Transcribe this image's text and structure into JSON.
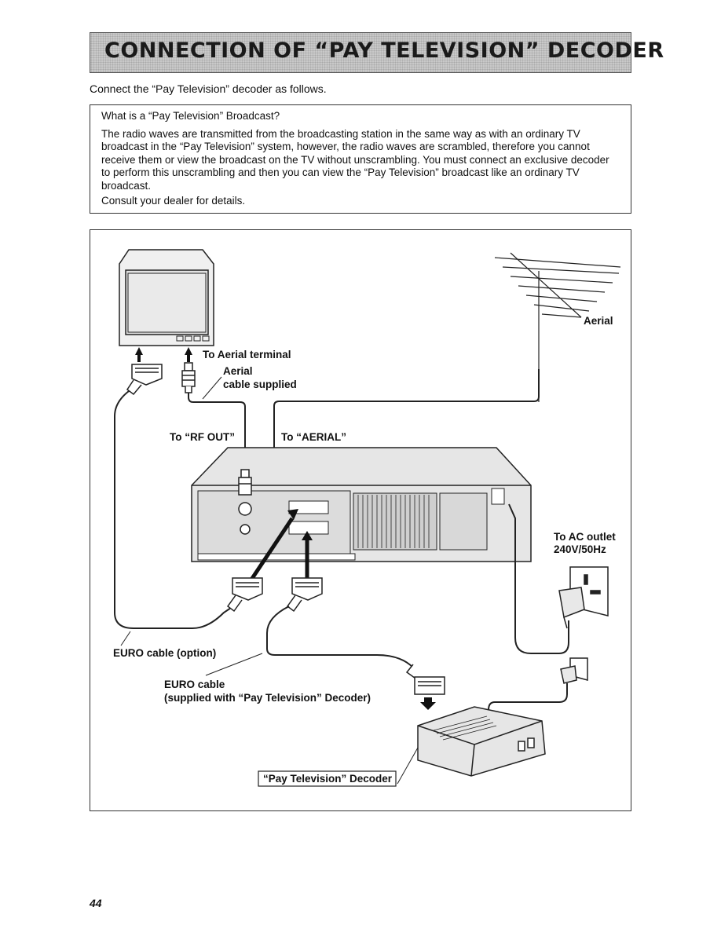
{
  "page": {
    "title": "CONNECTION OF “PAY TELEVISION” DECODER",
    "intro": "Connect the “Pay Television” decoder as follows.",
    "page_number": "44"
  },
  "info": {
    "title": "What is a “Pay Television” Broadcast?",
    "body": "The radio waves are transmitted from the broadcasting station in the same way as with an ordinary TV broadcast in the “Pay Television” system, however, the radio waves are scrambled, therefore you cannot receive them or view the broadcast on the TV without unscrambling. You must connect an exclusive decoder to perform this unscrambling and then you can view the “Pay Television” broadcast like an ordinary TV broadcast.",
    "footer": "Consult your dealer for details."
  },
  "diagram": {
    "aerial": "Aerial",
    "aerial_terminal": "To Aerial terminal",
    "aerial_cable_line1": "Aerial",
    "aerial_cable_line2": "cable supplied",
    "rf_out": "To “RF OUT”",
    "to_aerial": "To “AERIAL”",
    "ac_outlet_line1": "To AC outlet",
    "ac_outlet_line2": "240V/50Hz",
    "euro_cable_option": "EURO cable (option)",
    "euro_cable_line1": "EURO cable",
    "euro_cable_line2": "(supplied with “Pay Television” Decoder)",
    "decoder": "“Pay Television” Decoder"
  }
}
